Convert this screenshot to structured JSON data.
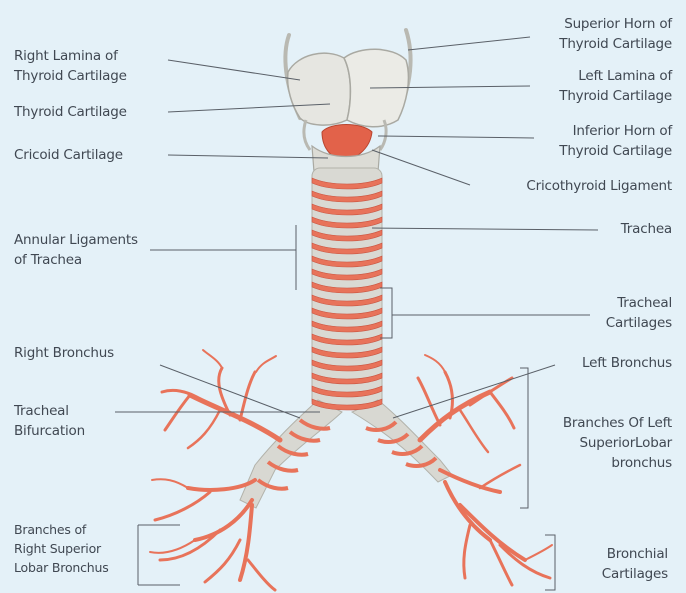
{
  "labels": {
    "right_lamina": [
      "Right Lamina of",
      "Thyroid Cartilage"
    ],
    "thyroid_cartilage": [
      "Thyroid Cartilage"
    ],
    "cricoid_cartilage": [
      "Cricoid Cartilage"
    ],
    "annular_ligaments": [
      "Annular Ligaments",
      "of Trachea"
    ],
    "right_bronchus": [
      "Right Bronchus"
    ],
    "tracheal_bifurcation": [
      "Tracheal",
      "Bifurcation"
    ],
    "branches_right": [
      "Branches of",
      "Right Superior",
      "Lobar Bronchus"
    ],
    "superior_horn": [
      "Superior Horn of",
      "Thyroid Cartilage"
    ],
    "left_lamina": [
      "Left Lamina of",
      "Thyroid Cartilage"
    ],
    "inferior_horn": [
      "Inferior Horn of",
      "Thyroid Cartilage"
    ],
    "cricothyroid": [
      "Cricothyroid Ligament"
    ],
    "trachea": [
      "Trachea"
    ],
    "tracheal_cartilages": [
      "Tracheal",
      "Cartilages"
    ],
    "left_bronchus": [
      "Left Bronchus"
    ],
    "branches_left": [
      "Branches Of Left",
      "SuperiorLobar",
      "bronchus"
    ],
    "bronchial_cartilages": [
      "Bronchial",
      "Cartilages"
    ]
  },
  "colors": {
    "background": "#e4f1f8",
    "cartilage": "#e4e4e0",
    "tissue": "#e8735a",
    "tissue_dark": "#c9533f",
    "leader_line": "#5a6068",
    "text": "#404852"
  }
}
